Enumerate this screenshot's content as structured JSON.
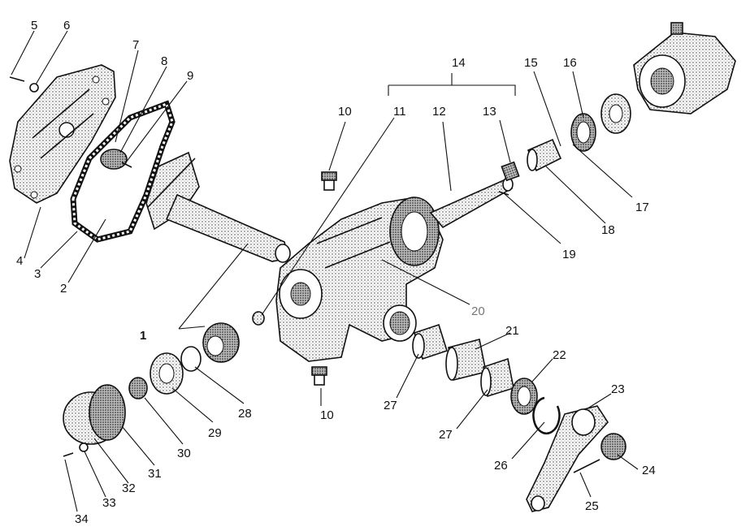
{
  "labels": {
    "p1": "1",
    "p2": "2",
    "p3": "3",
    "p4": "4",
    "p5": "5",
    "p6": "6",
    "p7": "7",
    "p8": "8",
    "p9": "9",
    "p10a": "10",
    "p10b": "10",
    "p11": "11",
    "p12": "12",
    "p13": "13",
    "p14": "14",
    "p15": "15",
    "p16": "16",
    "p17": "17",
    "p18": "18",
    "p19": "19",
    "p20": "20",
    "p21": "21",
    "p22": "22",
    "p23": "23",
    "p24": "24",
    "p25": "25",
    "p26": "26",
    "p27a": "27",
    "p27b": "27",
    "p28": "28",
    "p29": "29",
    "p30": "30",
    "p31": "31",
    "p32": "32",
    "p33": "33",
    "p34": "34"
  },
  "colors": {
    "ink": "#111111",
    "gray_label": "#777777"
  }
}
